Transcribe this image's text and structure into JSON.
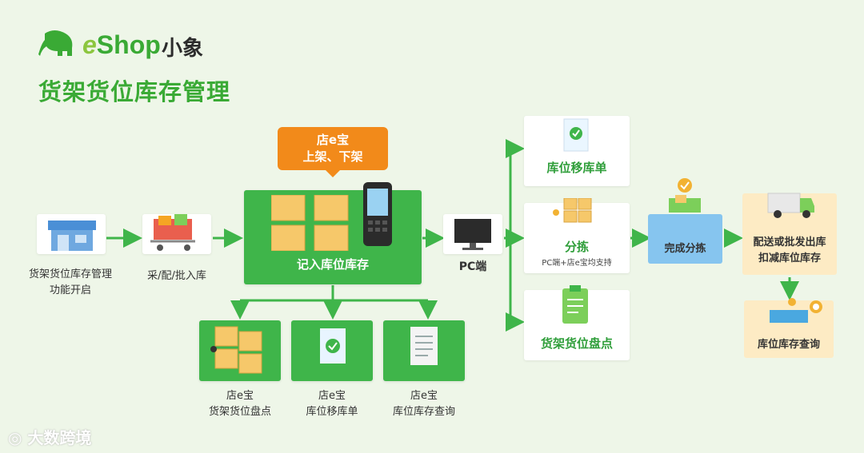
{
  "logo": {
    "text_e": "e",
    "text_shop": "Shop",
    "text_cn": "小象"
  },
  "title": "货架货位库存管理",
  "steps": {
    "enable": "货架货位库存管理功能开启",
    "enable_l1": "货架货位库存管理",
    "enable_l2": "功能开启",
    "purchase": "采/配/批入库",
    "record": "记入库位库存",
    "callout_l1": "店e宝",
    "callout_l2": "上架、下架",
    "pc": "PC端",
    "move_order": "库位移库单",
    "sorting": "分拣",
    "sorting_sub": "PC端+店e宝均支持",
    "shelf_check": "货架货位盘点",
    "complete_sorting": "完成分拣",
    "deliver_l1": "配送或批发出库",
    "deliver_l2": "扣减库位库存",
    "inventory_query": "库位库存查询"
  },
  "sub_steps": [
    {
      "l1": "店e宝",
      "l2": "货架货位盘点"
    },
    {
      "l1": "店e宝",
      "l2": "库位移库单"
    },
    {
      "l1": "店e宝",
      "l2": "库位库存查询"
    }
  ],
  "watermark": "大数跨境",
  "colors": {
    "green": "#3fb54a",
    "orange": "#f28a1a",
    "blue": "#86c5ef",
    "yellow": "#fdebc4",
    "bg": "#eef6e8"
  }
}
